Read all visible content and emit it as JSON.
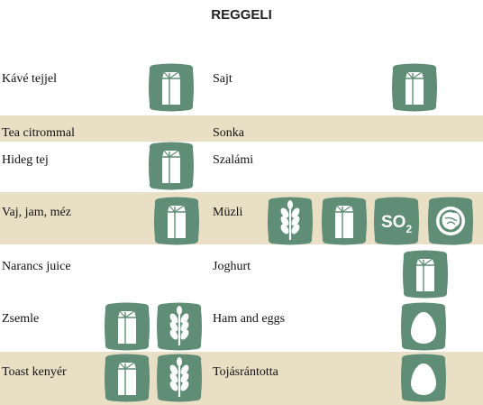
{
  "title": "REGGELI",
  "colors": {
    "icon_bg": "#5f8d76",
    "band": "#e9dfc5"
  },
  "left": [
    {
      "label": "Kávé tejjel",
      "icons": [
        "milk-icon"
      ]
    },
    {
      "label": "Tea citrommal",
      "icons": []
    },
    {
      "label": "Hideg tej",
      "icons": [
        "milk-icon"
      ]
    },
    {
      "label": "Vaj, jam, méz",
      "icons": [
        "milk-icon"
      ]
    },
    {
      "label": "Narancs juice",
      "icons": []
    },
    {
      "label": "Zsemle",
      "icons": [
        "milk-icon",
        "wheat-icon"
      ]
    },
    {
      "label": "Toast kenyér",
      "icons": [
        "milk-icon",
        "wheat-icon"
      ]
    }
  ],
  "right": [
    {
      "label": "Sajt",
      "icons": [
        "milk-icon"
      ]
    },
    {
      "label": "Sonka",
      "icons": []
    },
    {
      "label": "Szalámi",
      "icons": []
    },
    {
      "label": "Müzli",
      "icons": [
        "wheat-icon",
        "milk-icon",
        "so2-icon",
        "nut-icon"
      ]
    },
    {
      "label": "Joghurt",
      "icons": [
        "milk-icon"
      ]
    },
    {
      "label": "Ham and eggs",
      "icons": [
        "egg-icon"
      ]
    },
    {
      "label": "Tojásrántotta",
      "icons": [
        "egg-icon"
      ]
    }
  ],
  "so2_text": {
    "main": "SO",
    "sub": "2"
  }
}
